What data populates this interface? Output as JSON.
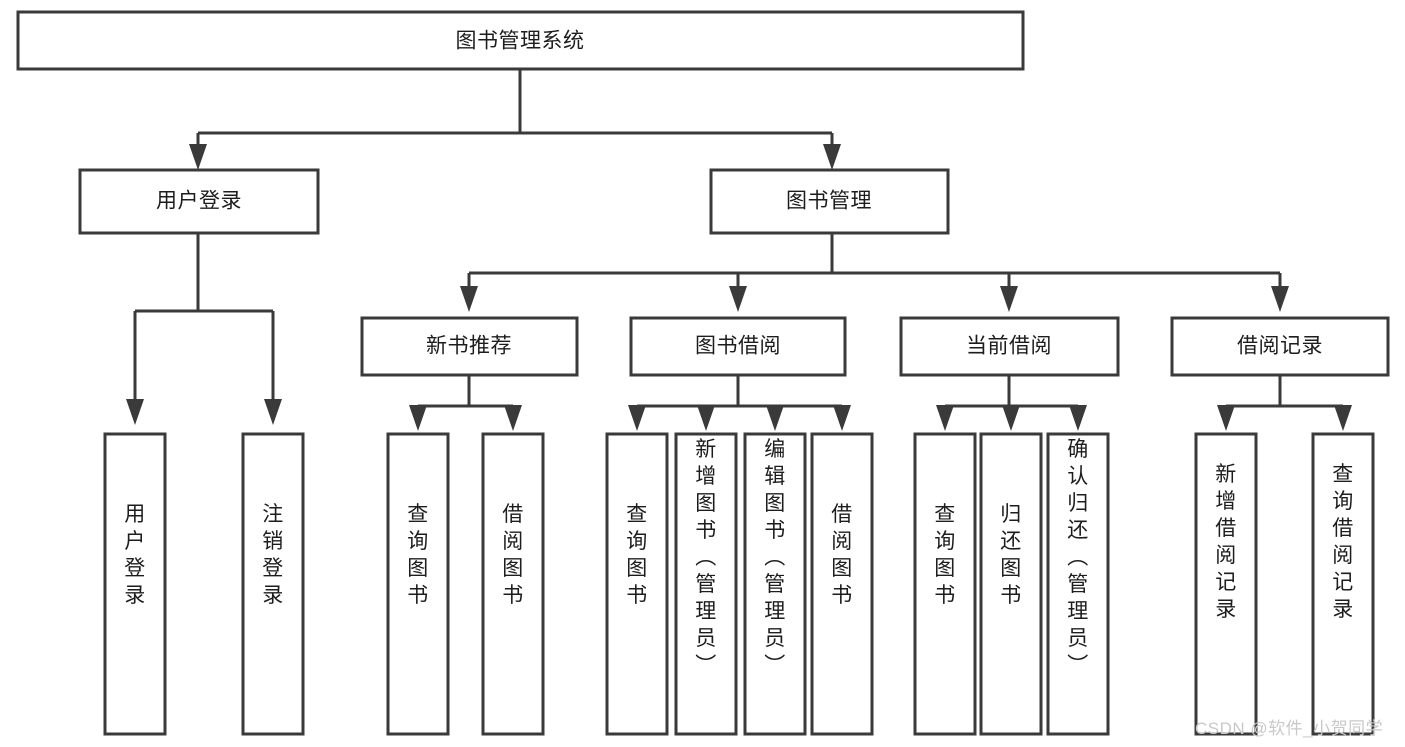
{
  "diagram": {
    "title": "图书管理系统",
    "type": "tree",
    "root": {
      "id": "root",
      "label": "图书管理系统"
    },
    "level1": [
      {
        "id": "user-login",
        "label": "用户登录"
      },
      {
        "id": "book-manage",
        "label": "图书管理"
      }
    ],
    "level2": [
      {
        "id": "new-book-recommend",
        "label": "新书推荐",
        "parent": "book-manage"
      },
      {
        "id": "book-borrow",
        "label": "图书借阅",
        "parent": "book-manage"
      },
      {
        "id": "current-borrow",
        "label": "当前借阅",
        "parent": "book-manage"
      },
      {
        "id": "borrow-record",
        "label": "借阅记录",
        "parent": "book-manage"
      }
    ],
    "leaves": [
      {
        "id": "leaf-user-login",
        "label": "用户登录",
        "parent": "user-login"
      },
      {
        "id": "leaf-logout-login",
        "label": "注销登录",
        "parent": "user-login"
      },
      {
        "id": "leaf-query-book-1",
        "label": "查询图书",
        "parent": "new-book-recommend"
      },
      {
        "id": "leaf-borrow-book-1",
        "label": "借阅图书",
        "parent": "new-book-recommend"
      },
      {
        "id": "leaf-query-book-2",
        "label": "查询图书",
        "parent": "book-borrow"
      },
      {
        "id": "leaf-add-book",
        "label": "新增图书（管理员）",
        "parent": "book-borrow"
      },
      {
        "id": "leaf-edit-book",
        "label": "编辑图书（管理员）",
        "parent": "book-borrow"
      },
      {
        "id": "leaf-borrow-book-2",
        "label": "借阅图书",
        "parent": "book-borrow"
      },
      {
        "id": "leaf-query-book-3",
        "label": "查询图书",
        "parent": "current-borrow"
      },
      {
        "id": "leaf-return-book",
        "label": "归还图书",
        "parent": "current-borrow"
      },
      {
        "id": "leaf-confirm-return",
        "label": "确认归还（管理员）",
        "parent": "current-borrow"
      },
      {
        "id": "leaf-add-record",
        "label": "新增借阅记录",
        "parent": "borrow-record"
      },
      {
        "id": "leaf-query-record",
        "label": "查询借阅记录",
        "parent": "borrow-record"
      }
    ],
    "watermark": "CSDN @软件_小贺同学",
    "colors": {
      "box_stroke": "#3a3a3a",
      "box_fill": "#ffffff",
      "text": "#1d1d1d",
      "watermark": "#c9c9c9",
      "background": "#ffffff"
    }
  }
}
